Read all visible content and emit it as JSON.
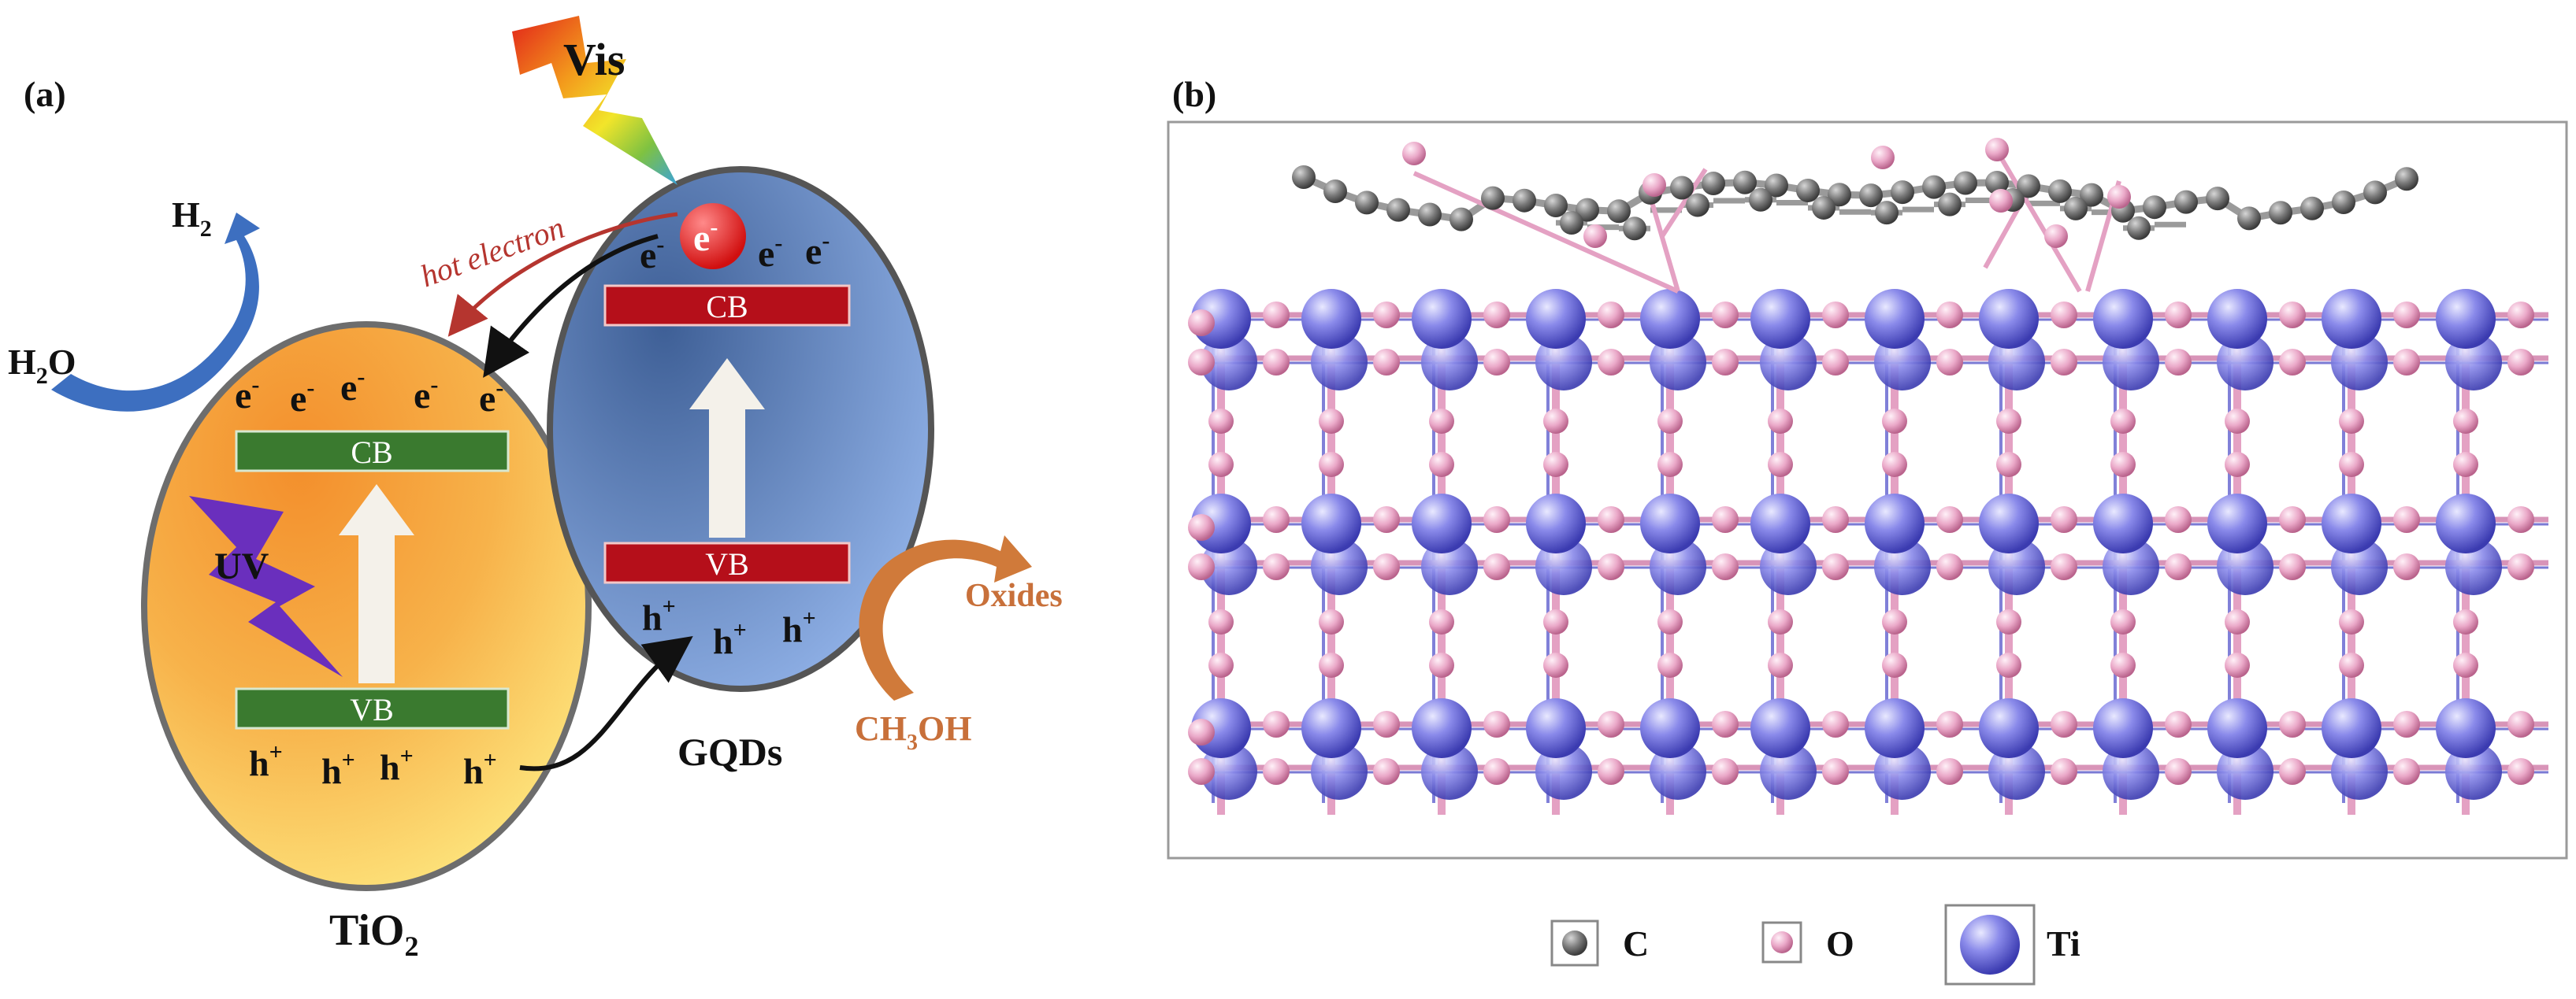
{
  "panel_a": {
    "label": "(a)",
    "tio2": {
      "name_main": "TiO",
      "name_sub": "2",
      "cb": "CB",
      "vb": "VB",
      "electrons": [
        "e",
        "e",
        "e",
        "e",
        "e"
      ],
      "electron_sup": "-",
      "holes": [
        "h",
        "h",
        "h",
        "h"
      ],
      "hole_sup": "+"
    },
    "gqds": {
      "name": "GQDs",
      "cb": "CB",
      "vb": "VB",
      "electrons": [
        "e",
        "e",
        "e"
      ],
      "hot_e": "e",
      "electron_sup": "-",
      "holes": [
        "h",
        "h",
        "h"
      ],
      "hole_sup": "+"
    },
    "uv": "UV",
    "vis": "Vis",
    "hot_electron": "hot electron",
    "h2": {
      "main": "H",
      "sub": "2"
    },
    "h2o": {
      "a": "H",
      "sub": "2",
      "b": "O"
    },
    "oxides": "Oxides",
    "ch3oh": {
      "a": "CH",
      "sub": "3",
      "b": "OH"
    },
    "colors": {
      "tio2_fill": "#f5a23c",
      "gqds_fill": "#6f93cf",
      "cb_tio2": "#3a7a2f",
      "cb_gqds": "#b50f1a",
      "hot_arrow": "#b5352f",
      "h2_arrow": "#3d6fc0",
      "oxide_arrow": "#d07a3a"
    }
  },
  "panel_b": {
    "label": "(b)",
    "legend": [
      {
        "symbol": "carbon-atom",
        "label": "C"
      },
      {
        "symbol": "oxygen-atom",
        "label": "O"
      },
      {
        "symbol": "titanium-atom",
        "label": "Ti"
      }
    ],
    "colors": {
      "C": "#808080",
      "O": "#e9a6c6",
      "Ti": "#7e7ee0"
    }
  }
}
